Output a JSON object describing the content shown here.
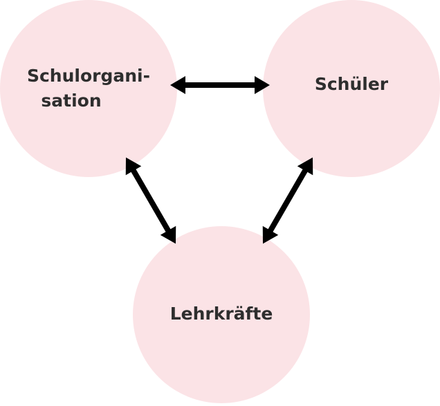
{
  "nodes": {
    "schulorganisation": {
      "line1": "Schulorgani-",
      "line2": "sation"
    },
    "schueler": {
      "label": "Schüler"
    },
    "lehrkraefte": {
      "label": "Lehrkräfte"
    }
  },
  "colors": {
    "node_fill": "#fbe3e6",
    "text": "#2e2e2e",
    "arrow": "#000000"
  },
  "arrows": [
    {
      "from": "schulorganisation",
      "to": "schueler",
      "type": "double-headed"
    },
    {
      "from": "schulorganisation",
      "to": "lehrkraefte",
      "type": "double-headed"
    },
    {
      "from": "schueler",
      "to": "lehrkraefte",
      "type": "double-headed"
    }
  ]
}
